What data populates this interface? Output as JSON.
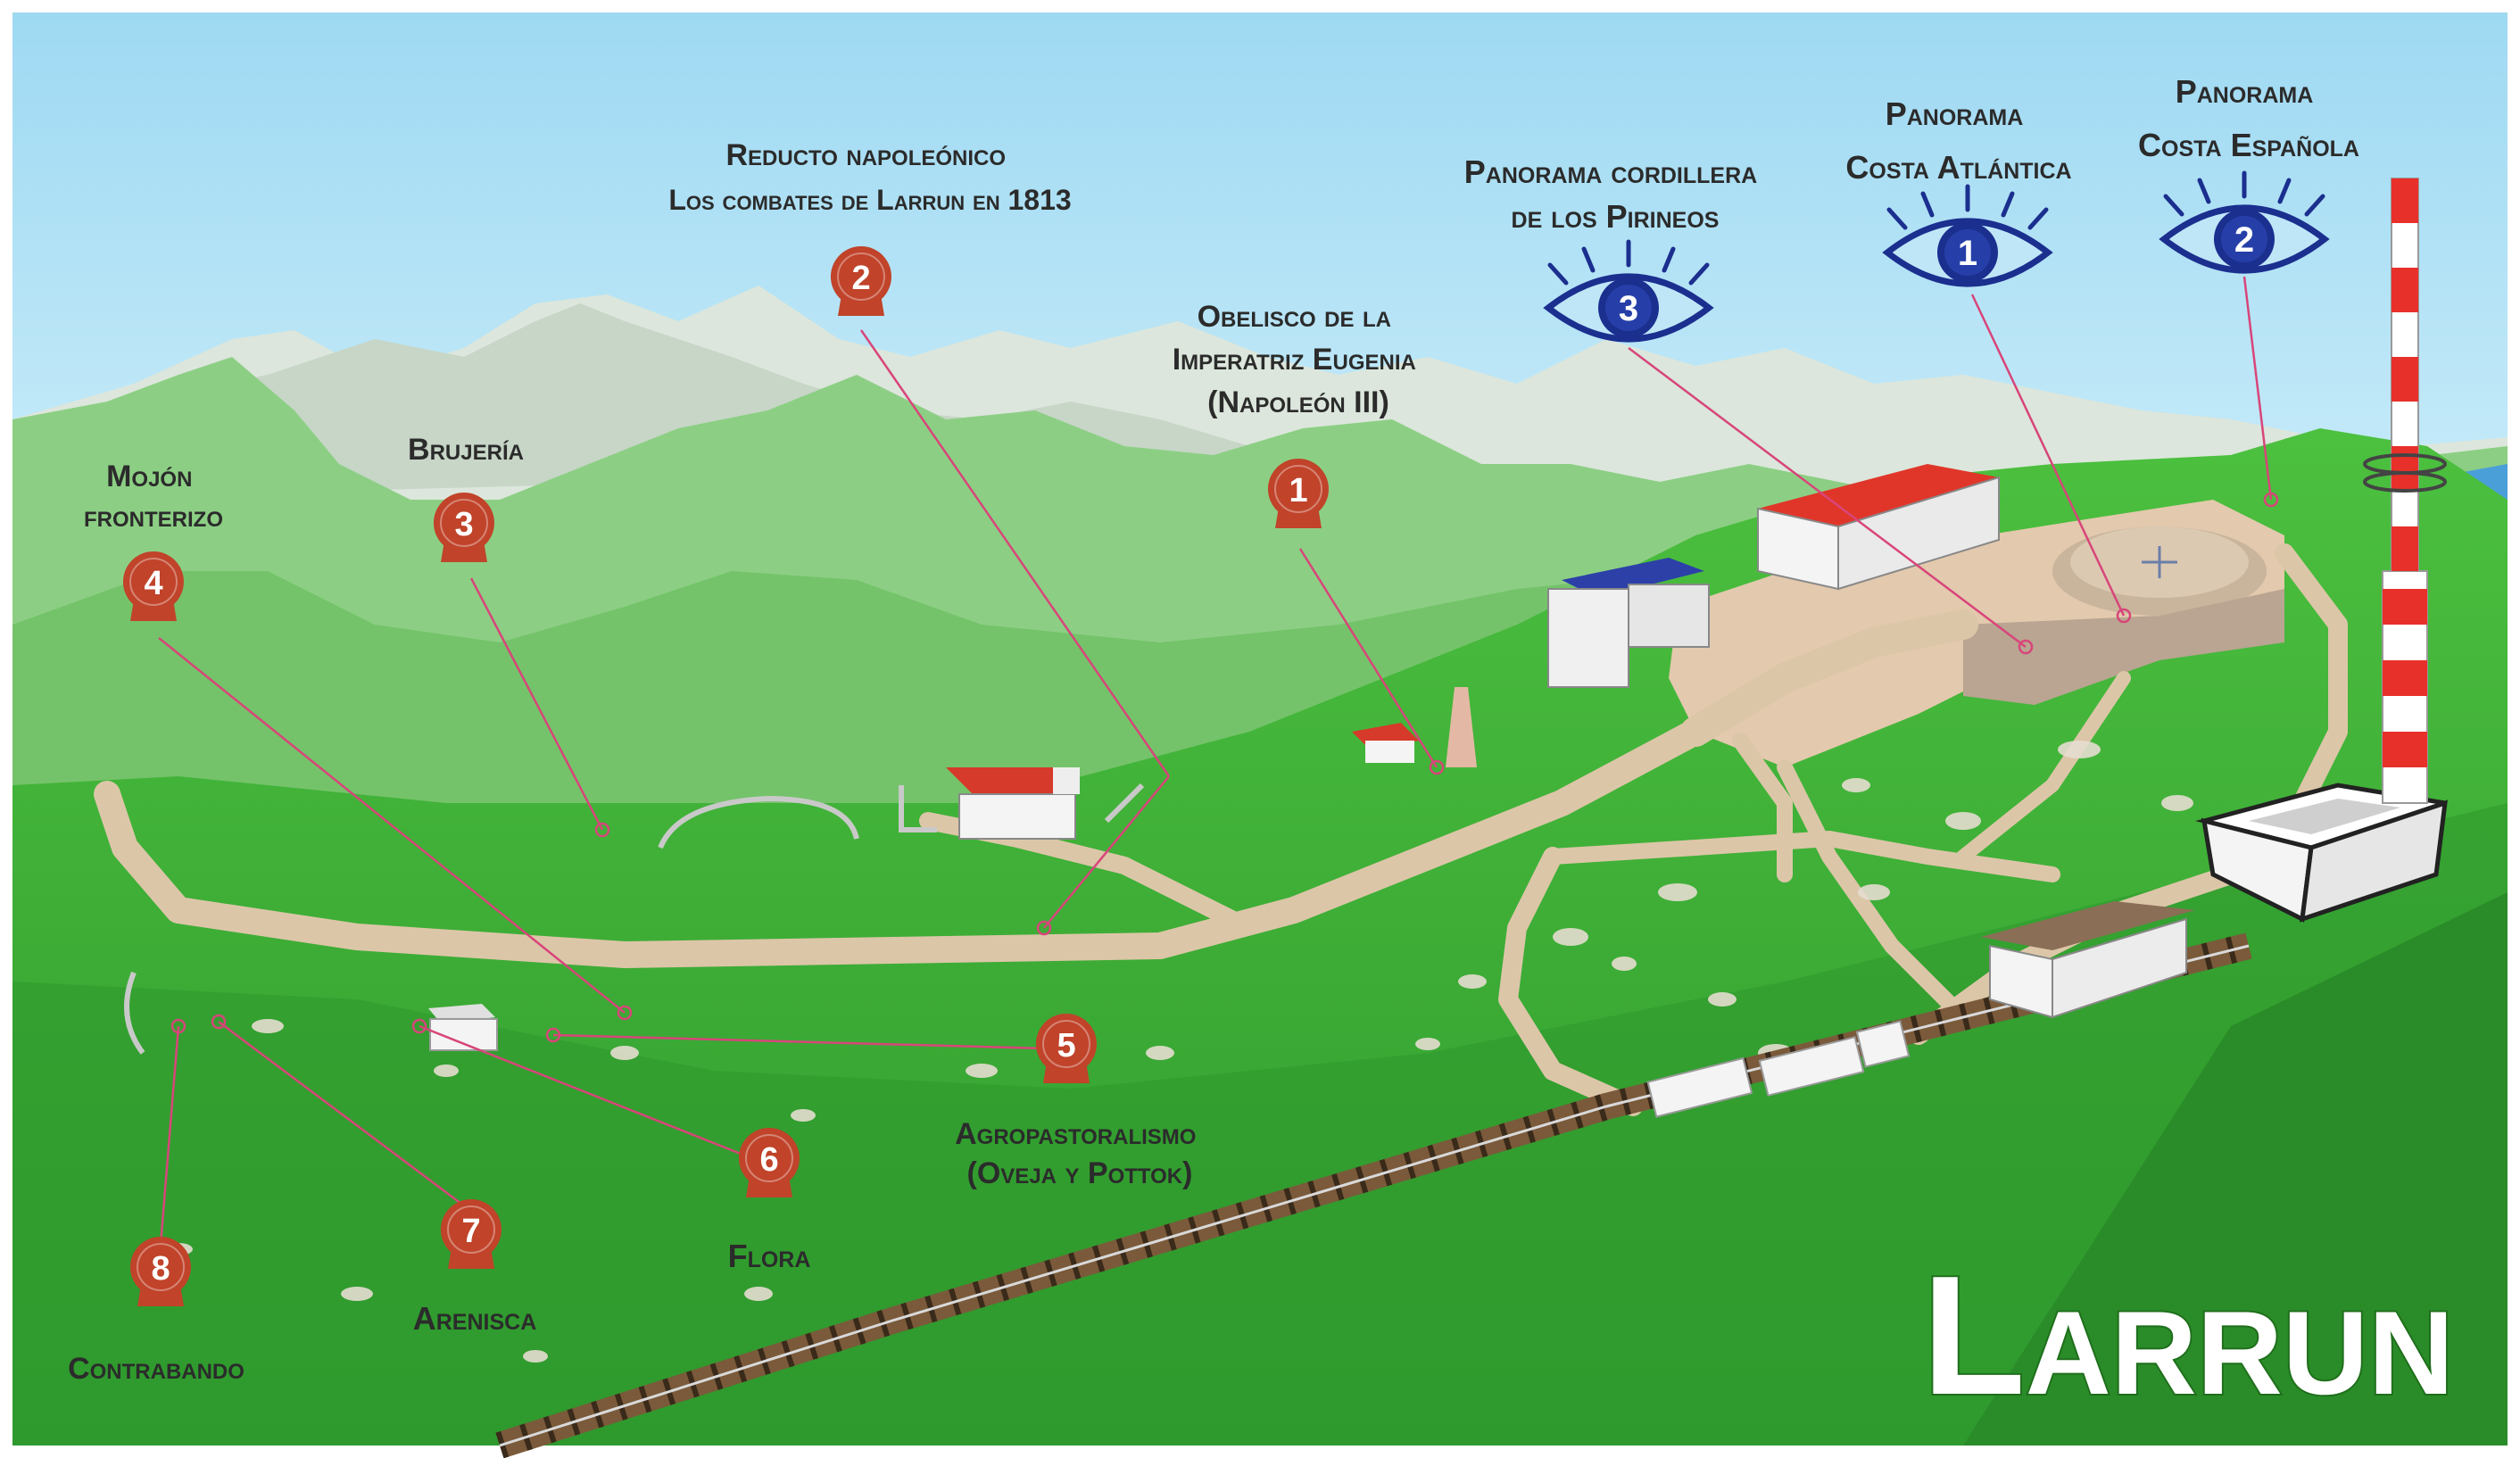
{
  "title": "Larrun",
  "colors": {
    "sky": "#a9ddf3",
    "grass": "#3fae3a",
    "marker": "#c0432a",
    "eye": "#1b2f8f",
    "leader": "#d8457a"
  },
  "markers": [
    {
      "number": "1",
      "lines": [
        "Obelisco de la",
        "Imperatriz Eugenia",
        "(Napoleón III)"
      ]
    },
    {
      "number": "2",
      "lines": [
        "Reducto napoleónico",
        "Los combates de Larrun en 1813"
      ]
    },
    {
      "number": "3",
      "lines": [
        "Brujería"
      ]
    },
    {
      "number": "4",
      "lines": [
        "Mojón",
        "fronterizo"
      ]
    },
    {
      "number": "5",
      "lines": [
        "Agropastoralismo",
        "(Oveja y Pottok)"
      ]
    },
    {
      "number": "6",
      "lines": [
        "Flora"
      ]
    },
    {
      "number": "7",
      "lines": [
        "Arenisca"
      ]
    },
    {
      "number": "8",
      "lines": [
        "Contrabando"
      ]
    }
  ],
  "panoramas": [
    {
      "number": "1",
      "lines": [
        "Panorama",
        "Costa Atlántica"
      ]
    },
    {
      "number": "2",
      "lines": [
        "Panorama",
        "Costa Española"
      ]
    },
    {
      "number": "3",
      "lines": [
        "Panorama cordillera",
        "de los Pirineos"
      ]
    }
  ]
}
